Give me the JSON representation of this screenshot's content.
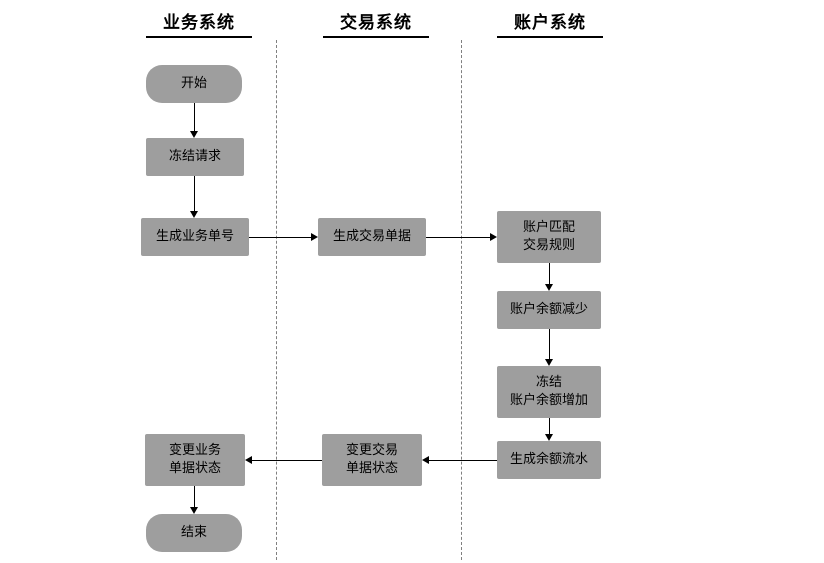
{
  "diagram": {
    "type": "flowchart",
    "lanes": [
      {
        "id": "business",
        "title": "业务系统"
      },
      {
        "id": "transaction",
        "title": "交易系统"
      },
      {
        "id": "account",
        "title": "账户系统"
      }
    ],
    "nodes": [
      {
        "id": "start",
        "lane": "business",
        "shape": "round",
        "label": "开始"
      },
      {
        "id": "freeze-request",
        "lane": "business",
        "shape": "rect",
        "label": "冻结请求"
      },
      {
        "id": "gen-business-no",
        "lane": "business",
        "shape": "rect",
        "label": "生成业务单号"
      },
      {
        "id": "gen-trade-doc",
        "lane": "transaction",
        "shape": "rect",
        "label": "生成交易单据"
      },
      {
        "id": "account-match",
        "lane": "account",
        "shape": "rect",
        "label_line1": "账户匹配",
        "label_line2": "交易规则"
      },
      {
        "id": "balance-decrease",
        "lane": "account",
        "shape": "rect",
        "label": "账户余额减少"
      },
      {
        "id": "frozen-balance-increase",
        "lane": "account",
        "shape": "rect",
        "label_line1": "冻结",
        "label_line2": "账户余额增加"
      },
      {
        "id": "gen-balance-flow",
        "lane": "account",
        "shape": "rect",
        "label": "生成余额流水"
      },
      {
        "id": "change-trade-doc-status",
        "lane": "transaction",
        "shape": "rect",
        "label_line1": "变更交易",
        "label_line2": "单据状态"
      },
      {
        "id": "change-business-doc-status",
        "lane": "business",
        "shape": "rect",
        "label_line1": "变更业务",
        "label_line2": "单据状态"
      },
      {
        "id": "end",
        "lane": "business",
        "shape": "round",
        "label": "结束"
      }
    ],
    "colors": {
      "node_fill": "#9e9e9e",
      "node_text": "#000000",
      "edge": "#000000",
      "lane_divider": "#808080",
      "background": "#ffffff"
    }
  }
}
